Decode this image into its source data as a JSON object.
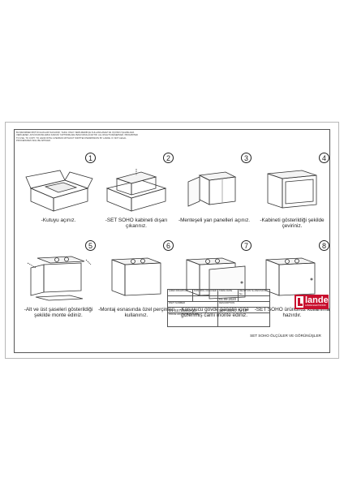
{
  "notice": "BU RESİMDEN BÜTÜN HAKLARI SAKLIDIR, YAZILI ONAY VERİLMEDİKÇE KULLANILAMAZ VE ÜÇÜNCÜ ŞAHISLARA VERİLEMEZ. AKSİ DURUMLARDA KANUNİ YAPTIRIMLARA BAŞVURULACAKTIR. ALL RIGHTS RESERVED. PROHIBITED TO USE, TO COPY, TO HAND WITH A PERSON WITHOUT WRITTEN PERMISSION BY LANDE. IF NOT LEGAL PROCEDURES WILL BE APPLIED.",
  "steps": [
    {
      "num": "1",
      "caption": "-Kutuyu açınız."
    },
    {
      "num": "2",
      "caption": "-SET SOHO kabineti dışarı çıkarınız."
    },
    {
      "num": "3",
      "caption": "-Menteşeli yan panelleri açınız."
    },
    {
      "num": "4",
      "caption": "-Kabineti gösterildiği şekilde çeviriniz."
    },
    {
      "num": "5",
      "caption": "-Alt ve üst şaseleri gösterildiği şekilde monte ediniz."
    },
    {
      "num": "6",
      "caption": "-Montaj esnasında özel perçinleri kullanınız."
    },
    {
      "num": "7",
      "caption": "-Koruyucu gövde panelin içine gizlenmiş camı monte ediniz."
    },
    {
      "num": "8",
      "caption": "-SET SOHO ürününüz kullanıma hazırdır."
    }
  ],
  "title_block": {
    "drawn_by_label": "ÇİZEN DRAWN BY",
    "checked_label": "KONTROL CHECKED",
    "date_label": "TARİH DATE",
    "date_value": "01.09.2020",
    "revision_label": "REVİZYON No REVISION No",
    "part_number_label": "PART NUMBER",
    "part_number_value": "LN-SS7U5440-LG",
    "description_label": "DESCRIPTION",
    "description_value": "SET SOHO 7U 19\"",
    "project_label": "PROJE ADI PROJECT NAME",
    "project_value": "SET SOHO ÖLÇÜLER VE GÖRÜNÜŞLER"
  },
  "logo": {
    "word": "lande",
    "tagline": "LANDE ELEKTRONIK",
    "color": "#c8102e"
  }
}
